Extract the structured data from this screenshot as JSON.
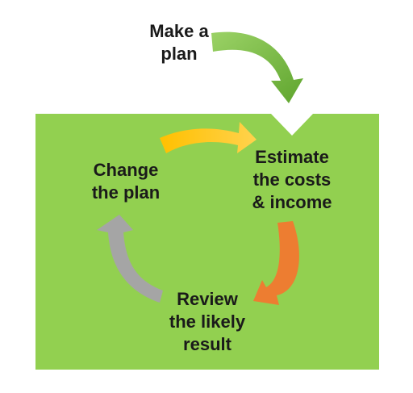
{
  "labels": {
    "make_plan": [
      "Make a",
      "plan"
    ],
    "estimate": [
      "Estimate",
      "the costs",
      "& income"
    ],
    "review": [
      "Review",
      "the likely",
      "result"
    ],
    "change": [
      "Change",
      "the plan"
    ]
  },
  "colors": {
    "background_panel": "#92D050",
    "arrow_make_plan": "#6DB33F",
    "arrow_top": "#FFC000",
    "arrow_right": "#ED7D31",
    "arrow_left": "#A5A5A5",
    "text": "#1a1a1a"
  }
}
